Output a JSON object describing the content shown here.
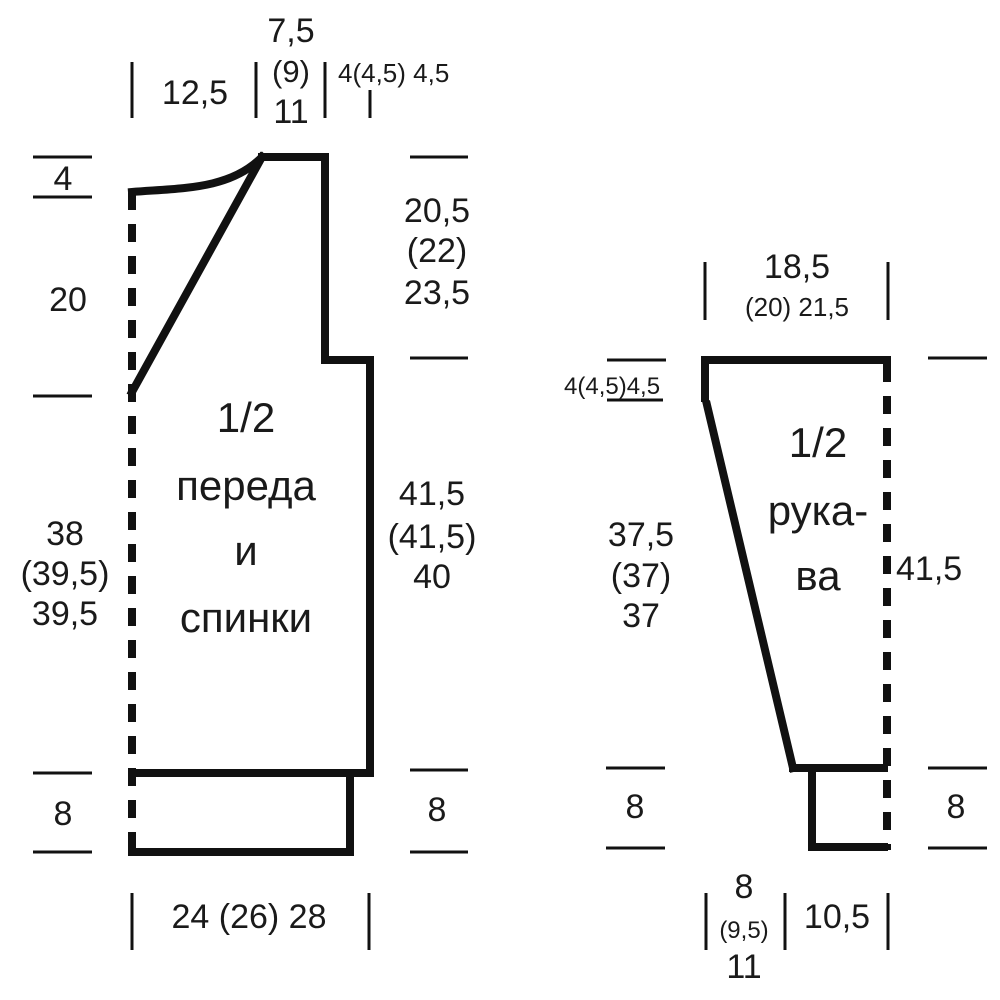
{
  "diagram": {
    "colors": {
      "line": "#111111",
      "background": "#ffffff"
    },
    "body_piece": {
      "title": [
        "1/2",
        "переда",
        "и",
        "спинки"
      ],
      "top_widths": {
        "shoulder": "12,5",
        "neck_line1": "7,5",
        "neck_line2": "(9)",
        "neck_line3": "11",
        "armhole_shift": "4(4,5) 4,5"
      },
      "left_heights": {
        "neck_depth_back": "4",
        "neck_depth_front": "20",
        "side_line1": "38",
        "side_line2": "(39,5)",
        "side_line3": "39,5",
        "rib": "8"
      },
      "right_heights": {
        "armhole_line1": "20,5",
        "armhole_line2": "(22)",
        "armhole_line3": "23,5",
        "side_line1": "41,5",
        "side_line2": "(41,5)",
        "side_line3": "40",
        "rib": "8"
      },
      "bottom_width": "24 (26) 28"
    },
    "sleeve_piece": {
      "title": [
        "1/2",
        "рука-",
        "ва"
      ],
      "top_width_line1": "18,5",
      "top_width_line2": "(20) 21,5",
      "cap_label": "4(4,5)4,5",
      "left_height_line1": "37,5",
      "left_height_line2": "(37)",
      "left_height_line3": "37",
      "right_height": "41,5",
      "rib_left": "8",
      "rib_right": "8",
      "cuff_width_line1": "8",
      "cuff_width_line2": "(9,5)",
      "cuff_width_line3": "11",
      "cuff_half": "10,5"
    }
  }
}
